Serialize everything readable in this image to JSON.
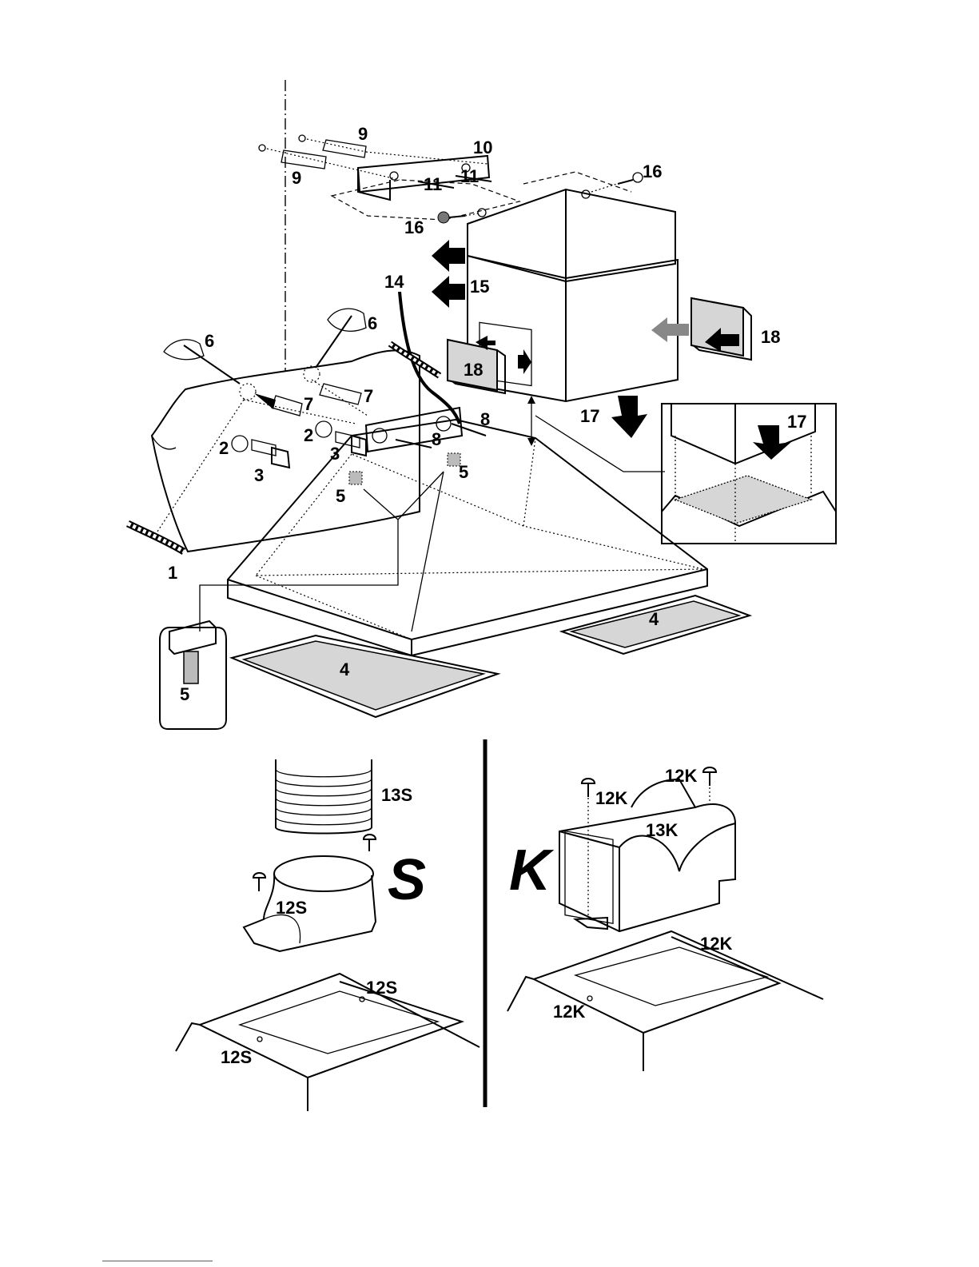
{
  "labels": {
    "1": "1",
    "2a": "2",
    "2b": "2",
    "3a": "3",
    "3b": "3",
    "4a": "4",
    "4b": "4",
    "5a": "5",
    "5b": "5",
    "5c": "5",
    "6a": "6",
    "6b": "6",
    "7a": "7",
    "7b": "7",
    "8a": "8",
    "8b": "8",
    "9a": "9",
    "9b": "9",
    "10": "10",
    "11a": "11",
    "11b": "11",
    "14": "14",
    "15": "15",
    "16a": "16",
    "16b": "16",
    "17a": "17",
    "17b": "17",
    "18a": "18",
    "18b": "18",
    "12S_a": "12S",
    "12S_b": "12S",
    "12S_c": "12S",
    "13S": "13S",
    "S": "S",
    "12K_a": "12K",
    "12K_b": "12K",
    "12K_c": "12K",
    "12K_d": "12K",
    "13K": "13K",
    "K": "K"
  }
}
